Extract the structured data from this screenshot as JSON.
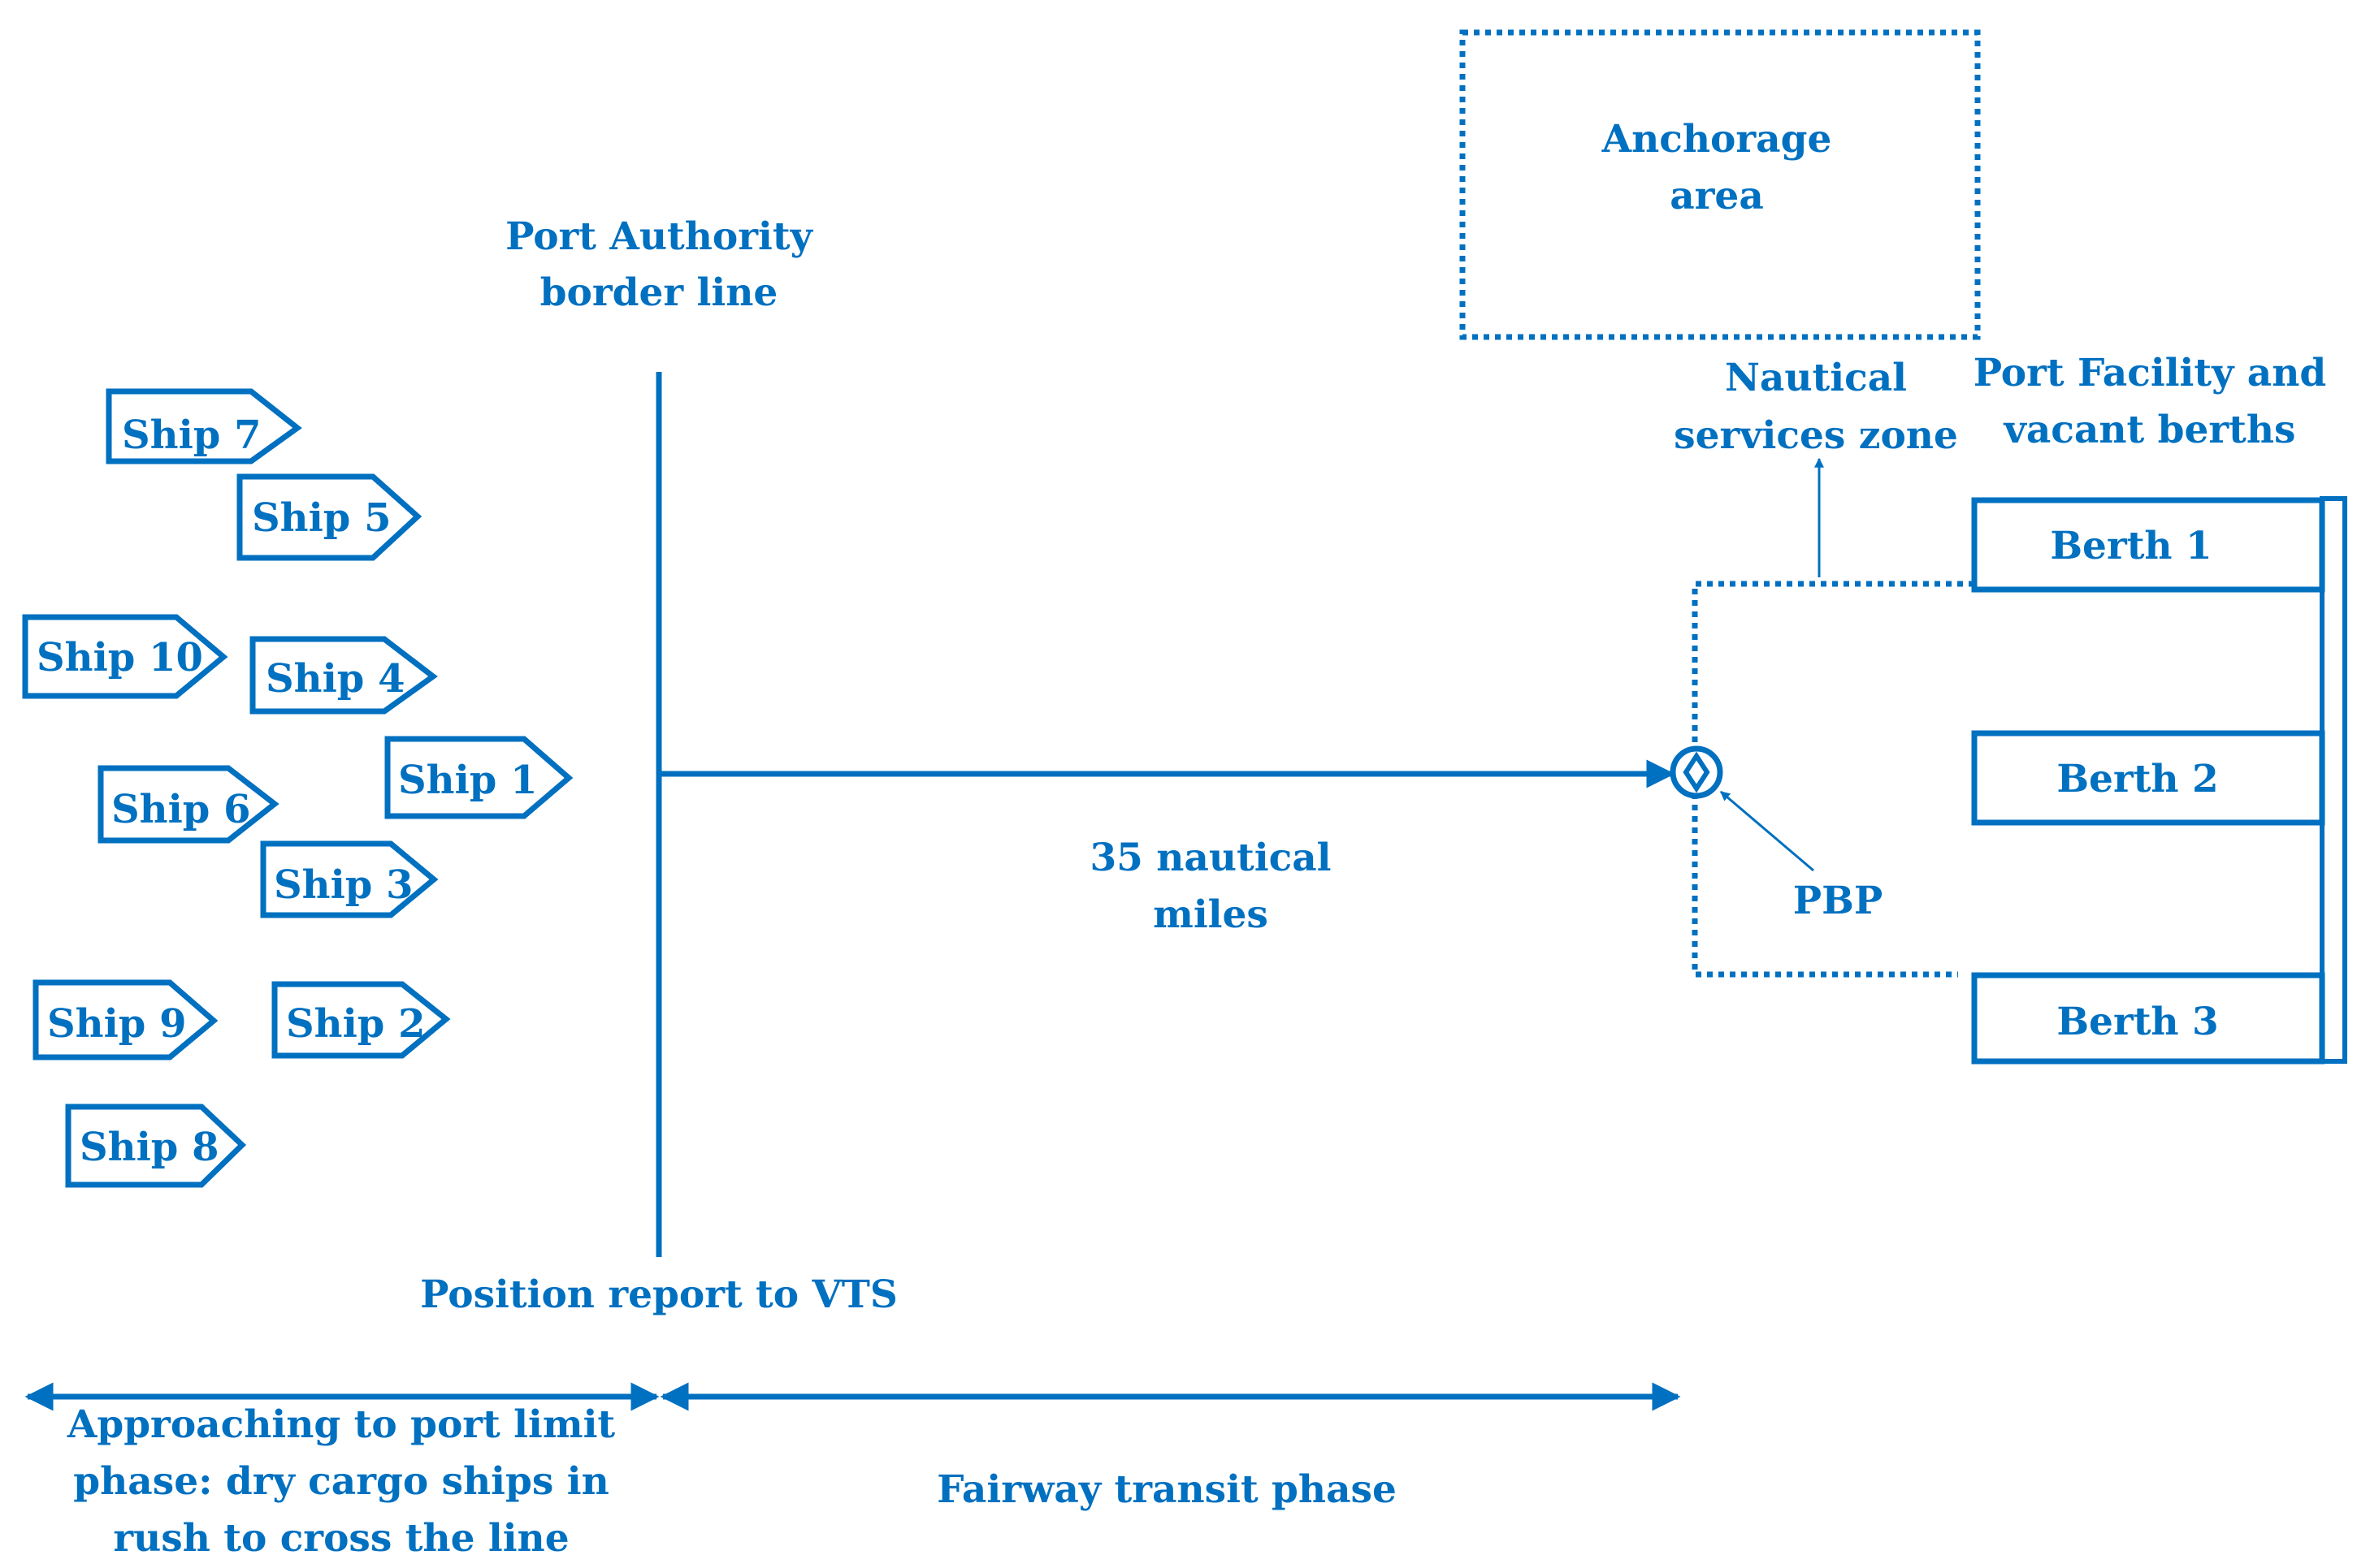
{
  "colors": {
    "primary": "#0070c0",
    "background": "#ffffff"
  },
  "ships": [
    "Ship 7",
    "Ship 5",
    "Ship 10",
    "Ship 4",
    "Ship 1",
    "Ship 6",
    "Ship 3",
    "Ship 9",
    "Ship 2",
    "Ship 8"
  ],
  "border_line": {
    "title_line1": "Port Authority",
    "title_line2": "border line",
    "report": "Position report to VTS"
  },
  "anchorage": {
    "line1": "Anchorage",
    "line2": "area"
  },
  "nautical_zone": {
    "line1": "Nautical",
    "line2": "services zone"
  },
  "port_facility": {
    "line1": "Port Facility and",
    "line2": "vacant berths"
  },
  "berths": [
    "Berth 1",
    "Berth 2",
    "Berth 3"
  ],
  "distance": {
    "line1": "35 nautical",
    "line2": "miles"
  },
  "pbp": "PBP",
  "phases": {
    "approach": [
      "Approaching to port limit",
      "phase: dry cargo ships in",
      "rush to cross the line"
    ],
    "fairway": "Fairway transit phase"
  }
}
